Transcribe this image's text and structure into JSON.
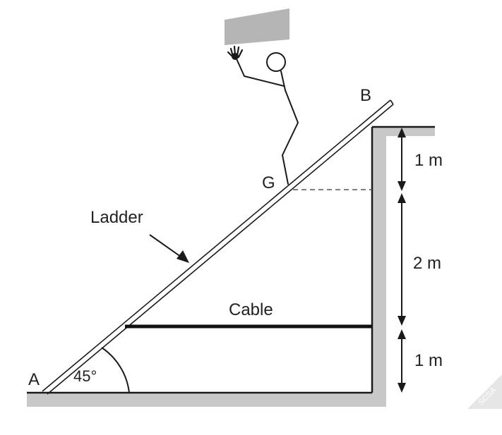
{
  "labels": {
    "point_a": "A",
    "point_b": "B",
    "point_g": "G",
    "ladder": "Ladder",
    "cable": "Cable",
    "angle": "45°",
    "dim_top": "1 m",
    "dim_middle": "2 m",
    "dim_bottom": "1 m",
    "watermark": "SCSA"
  },
  "colors": {
    "ink": "#1a1a1a",
    "wall_fill": "#c8c8c8",
    "dashed_line": "#555555",
    "watermark": "#dcdcdc"
  }
}
